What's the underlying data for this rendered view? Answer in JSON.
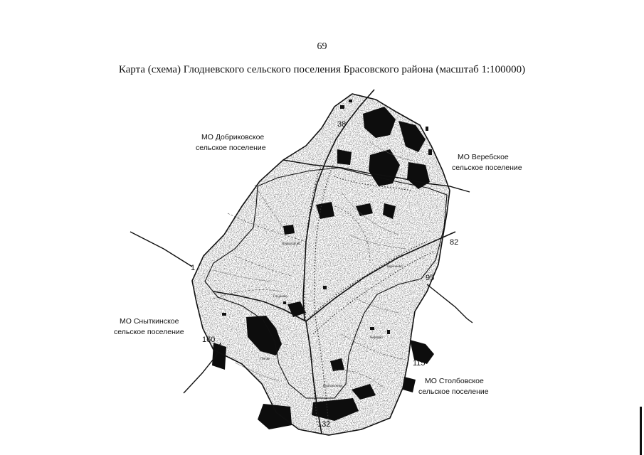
{
  "page": {
    "number": "69"
  },
  "title": "Карта (схема) Глодневского сельского поселения Брасовского района (масштаб 1:100000)",
  "neighbors": {
    "dobrikovskoe": {
      "line1": "МО Добриковское",
      "line2": "сельское поселение"
    },
    "verebskoe": {
      "line1": "МО Веребское",
      "line2": "сельское поселение"
    },
    "snytkinskoe": {
      "line1": "МО Сныткинское",
      "line2": "сельское поселение"
    },
    "stolbovskoe": {
      "line1": "МО Столбовское",
      "line2": "сельское поселение"
    }
  },
  "boundary_markers": [
    {
      "id": "38",
      "label": "38"
    },
    {
      "id": "82",
      "label": "82"
    },
    {
      "id": "95",
      "label": "95"
    },
    {
      "id": "115",
      "label": "115"
    },
    {
      "id": "132",
      "label": "132"
    },
    {
      "id": "160",
      "label": "160"
    },
    {
      "id": "1",
      "label": "1"
    }
  ],
  "settlements": [
    {
      "id": "glodnevo",
      "label": "Глоднево"
    },
    {
      "id": "pereruchye",
      "label": "Переруцкий"
    },
    {
      "id": "bereznevo",
      "label": "Березнево"
    },
    {
      "id": "chernevo",
      "label": "Чернево"
    },
    {
      "id": "pogar",
      "label": "Погар"
    },
    {
      "id": "krasnoe",
      "label": "Красноселье"
    }
  ],
  "colors": {
    "ink": "#111111",
    "paper": "#ffffff",
    "forest": "#0d0d0d"
  }
}
